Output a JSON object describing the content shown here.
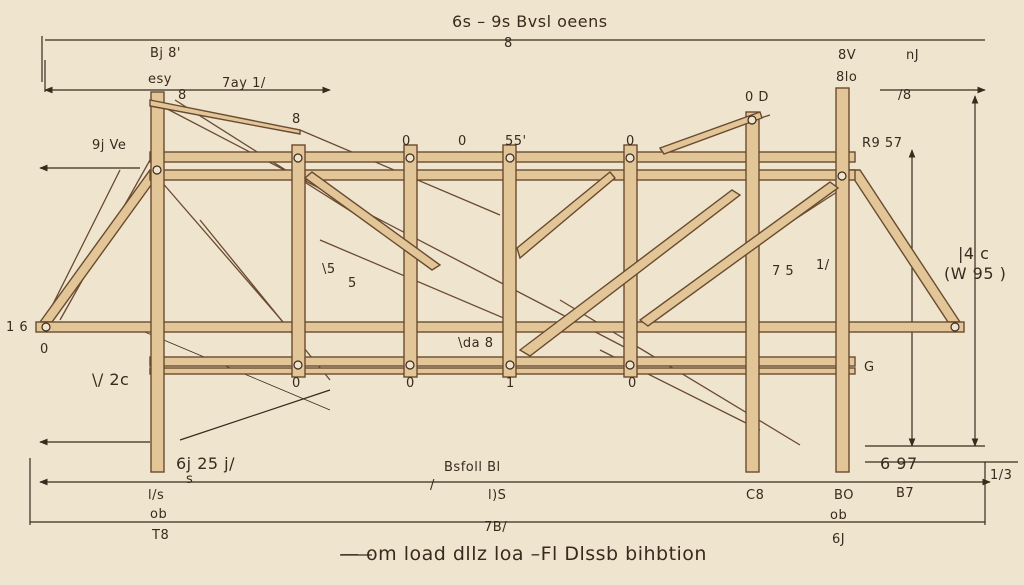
{
  "colors": {
    "background": "#efe4cd",
    "beam_fill": "#e3c697",
    "beam_edge": "#6a4a30",
    "ink": "#3a2a1e"
  },
  "labels": {
    "title": "6s – 9s Bvsl oeens",
    "title_sub": "8",
    "left_top_a": "Bj 8'",
    "left_top_b": "esy",
    "left_span": "7ay 1/",
    "left_mid": "9j Ve",
    "node_a": "8",
    "node_b": "8",
    "node_c": "0",
    "top_c1": "0",
    "top_c2": "0",
    "top_c3": "0",
    "top_c4": "55'",
    "top_c5": "0",
    "top_right_node": "0 D",
    "right_top_a": "8V",
    "right_top_b": "nJ",
    "right_top_c": "8lo",
    "right_top_d": "/8",
    "right_mid": "R9 57",
    "right_dim_a": "|4 c",
    "right_dim_b": "(W 95 )",
    "mid_right_a": "7 5",
    "mid_right_b": "1/",
    "mid_left_a": "\\5",
    "mid_left_b": "5",
    "center_lbl": "\\da 8",
    "left_end": "1 6",
    "left_end_b": "0",
    "left_low": "\\/ 2c",
    "right_low": "G",
    "node_low_1": "0",
    "node_low_2": "0",
    "node_low_3": "1",
    "node_low_4": "0",
    "bottom_left_dim": "6j 25 j/",
    "bottom_left_b": "s",
    "bottom_center_dim": "Bsfoll Bl",
    "bottom_center_b": "/",
    "bottom_right_dim": "6 97",
    "far_right": "1/3",
    "foot_l1": "l/s",
    "foot_l2": "ob",
    "foot_l3": "T8",
    "foot_c1": "l)S",
    "foot_c2": "7B/",
    "foot_r1": "C8",
    "foot_r2": "BO",
    "foot_r3": "B7",
    "foot_r4": "ob",
    "foot_r5": "6J",
    "caption": "—  om load dllz  loa –Fl Dlssb bihbtion"
  }
}
